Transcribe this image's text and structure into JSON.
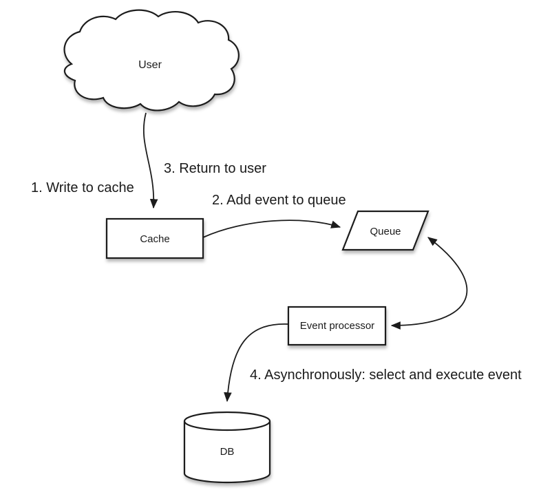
{
  "colors": {
    "background": "#ffffff",
    "shape_fill": "#ffffff",
    "stroke": "#1c1c1c",
    "text": "#1a1a1a"
  },
  "nodes": {
    "user": {
      "label": "User",
      "shape": "cloud"
    },
    "cache": {
      "label": "Cache",
      "shape": "rectangle"
    },
    "queue": {
      "label": "Queue",
      "shape": "parallelogram"
    },
    "event_processor": {
      "label": "Event processor",
      "shape": "rectangle"
    },
    "db": {
      "label": "DB",
      "shape": "cylinder"
    }
  },
  "edge_labels": {
    "step1": "1. Write to cache",
    "step2": "2. Add event to queue",
    "step3": "3. Return to user",
    "step4": "4. Asynchronously: select and execute event"
  },
  "edges": [
    {
      "from": "user",
      "to": "cache",
      "arrow": "single"
    },
    {
      "from": "cache",
      "to": "queue",
      "arrow": "single"
    },
    {
      "from": "queue",
      "to": "event_processor",
      "arrow": "double"
    },
    {
      "from": "event_processor",
      "to": "db",
      "arrow": "single"
    }
  ]
}
